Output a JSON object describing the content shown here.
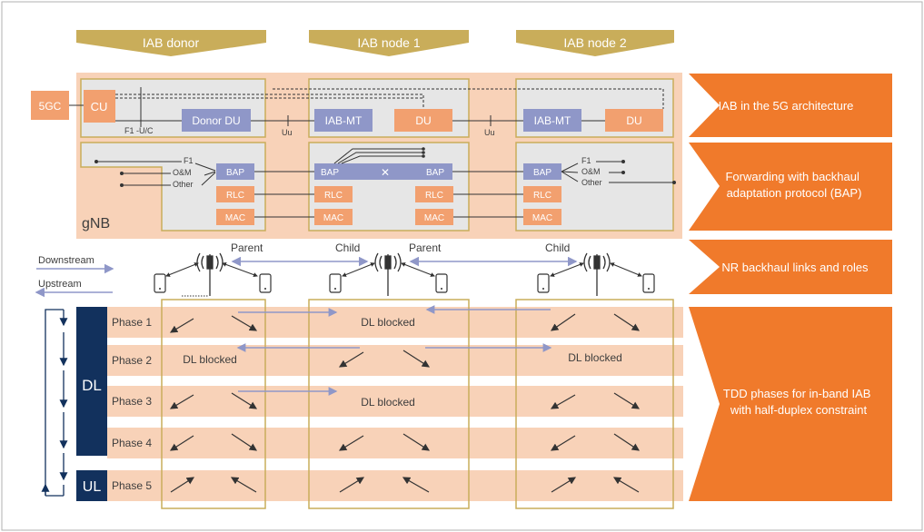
{
  "headers": {
    "donor": "IAB donor",
    "node1": "IAB node 1",
    "node2": "IAB node 2"
  },
  "arch": {
    "core": "5GC",
    "cu": "CU",
    "f1uc": "F1 -U/C",
    "donor_du": "Donor DU",
    "uu": "Uu",
    "iab_mt": "IAB-MT",
    "du": "DU",
    "gnb": "gNB"
  },
  "bap": {
    "bap": "BAP",
    "rlc": "RLC",
    "mac": "MAC",
    "f1": "F1",
    "oam": "O&M",
    "other": "Other"
  },
  "links": {
    "downstream": "Downstream",
    "upstream": "Upstream",
    "parent": "Parent",
    "child": "Child"
  },
  "phases": {
    "dl": "DL",
    "ul": "UL",
    "names": [
      "Phase 1",
      "Phase 2",
      "Phase 3",
      "Phase 4",
      "Phase 5"
    ],
    "dl_blocked": "DL blocked"
  },
  "side_labels": [
    "IAB in the 5G architecture",
    "Forwarding with backhaul adaptation protocol (BAP)",
    "NR backhaul links and roles",
    "TDD phases for in-band IAB with half-duplex constraint"
  ],
  "colors": {
    "gold": "#c9ad5a",
    "peach": "#f8d2b8",
    "salmon": "#f2a06f",
    "lavender": "#8f97c8",
    "orange": "#f07a2b",
    "navy": "#12315d"
  }
}
